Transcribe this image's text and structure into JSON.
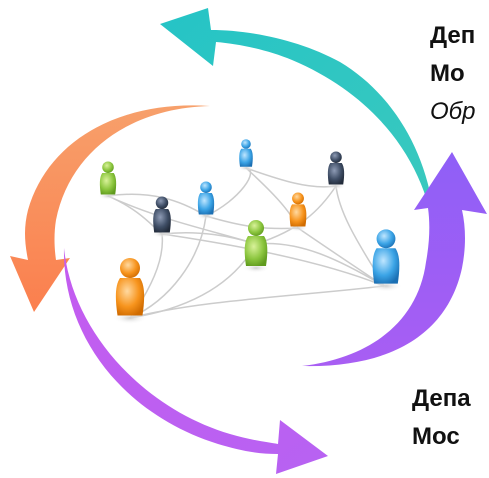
{
  "labels": {
    "top": {
      "line1": "Деп",
      "line2": "Мо",
      "line3": "Обр"
    },
    "bottom": {
      "line1": "Депа",
      "line2": "Мос"
    }
  },
  "colors": {
    "teal_arrow": "#33c7c4",
    "purple_arrow": "#9a5cf5",
    "orange_arrow": "#f98b5a",
    "magenta_arrow": "#c05ff0",
    "connector_lines": "#cccccc",
    "person_green": "#8cc63f",
    "person_navy": "#3f4e66",
    "person_blue": "#3ba4e6",
    "person_orange": "#f7941d"
  },
  "icons": {
    "cycle_arrows": "circular-arrows",
    "people_network": "person-icons"
  }
}
